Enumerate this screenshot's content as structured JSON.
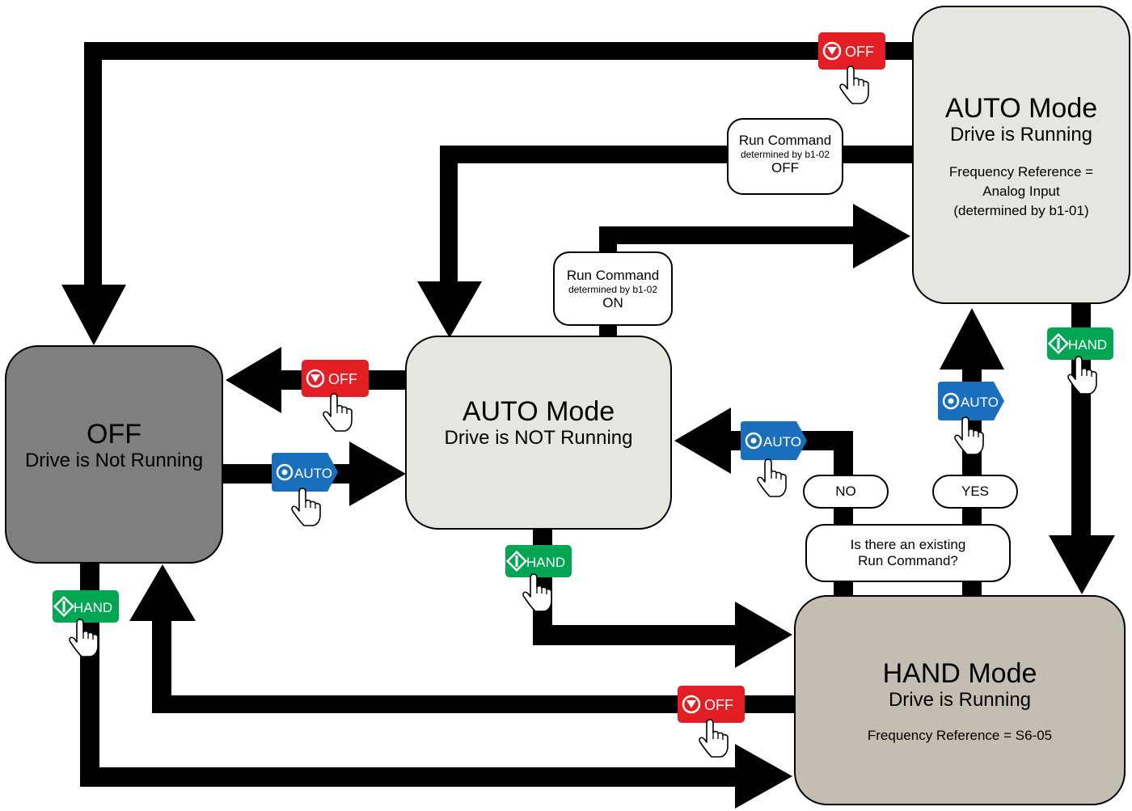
{
  "states": {
    "auto_running": {
      "title": "AUTO Mode",
      "subtitle": "Drive is Running",
      "freq_line1": "Frequency Reference =",
      "freq_line2": "Analog Input",
      "freq_line3": "(determined by b1-01)"
    },
    "auto_not_running": {
      "title": "AUTO Mode",
      "subtitle": "Drive is NOT Running"
    },
    "off": {
      "title": "OFF",
      "subtitle": "Drive is Not Running"
    },
    "hand_running": {
      "title": "HAND Mode",
      "subtitle": "Drive is Running",
      "freq": "Frequency Reference = S6-05"
    }
  },
  "run_off": {
    "line1": "Run Command",
    "line2": "determined by b1-02",
    "line3": "OFF"
  },
  "run_on": {
    "line1": "Run Command",
    "line2": "determined by b1-02",
    "line3": "ON"
  },
  "question": {
    "line1": "Is there an existing",
    "line2": "Run Command?"
  },
  "answers": {
    "no": "NO",
    "yes": "YES"
  },
  "keys": {
    "off": "OFF",
    "auto": "AUTO",
    "hand": "HAND"
  },
  "colors": {
    "off_key": "#e31e24",
    "auto_key": "#1a6fbc",
    "hand_key": "#00a651",
    "off_box": "#7f7f7f",
    "auto_box": "#e6e5e0",
    "hand_box": "#c4bdb2",
    "arrow": "#000000"
  }
}
